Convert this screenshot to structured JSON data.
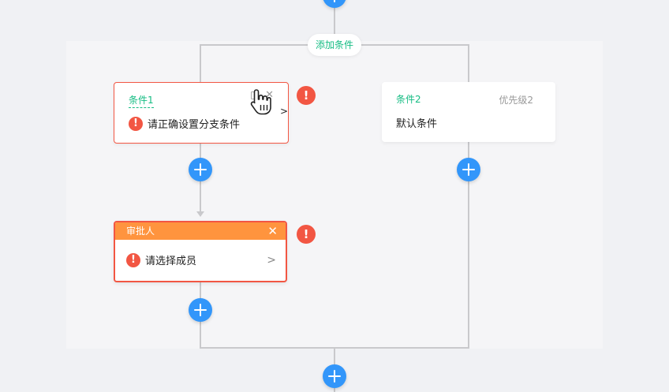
{
  "add_condition_label": "添加条件",
  "branches": [
    {
      "title": "条件1",
      "error_text": "请正确设置分支条件",
      "side_arrow": ">"
    },
    {
      "title": "条件2",
      "priority": "优先级2",
      "content": "默认条件"
    }
  ],
  "approver": {
    "title": "审批人",
    "placeholder": "请选择成员",
    "chevron": ">"
  },
  "icons": {
    "error": "!",
    "close": "✕"
  },
  "colors": {
    "accent_blue": "#3296fa",
    "condition_green": "#15bc83",
    "error_red": "#f25643",
    "approver_orange": "#ff943e"
  }
}
